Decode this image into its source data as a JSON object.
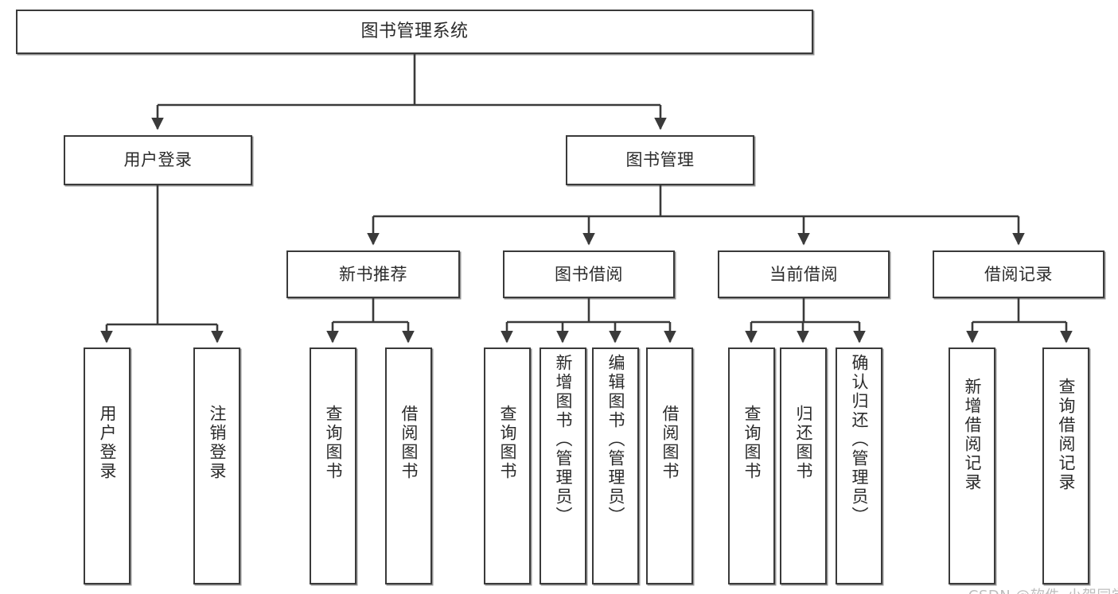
{
  "diagram": {
    "title": "图书管理系统",
    "watermark": "CSDN @软件_小贺同学",
    "line_color": "#3a3a3a",
    "text_color": "#2b2b2b",
    "background": "#ffffff",
    "nodes": {
      "root": "图书管理系统",
      "level2": {
        "user_login": "用户登录",
        "book_manage": "图书管理"
      },
      "level3": {
        "new_book_rec": "新书推荐",
        "book_borrow": "图书借阅",
        "current_borrow": "当前借阅",
        "borrow_record": "借阅记录"
      },
      "leaves": {
        "user_login_1": "用户登录",
        "user_login_2": "注销登录",
        "new_book_1": "查询图书",
        "new_book_2": "借阅图书",
        "borrow_1": "查询图书",
        "borrow_2": "新增图书（管理员）",
        "borrow_3": "编辑图书（管理员）",
        "borrow_4": "借阅图书",
        "current_1": "查询图书",
        "current_2": "归还图书",
        "current_3": "确认归还（管理员）",
        "record_1": "新增借阅记录",
        "record_2": "查询借阅记录"
      }
    }
  }
}
